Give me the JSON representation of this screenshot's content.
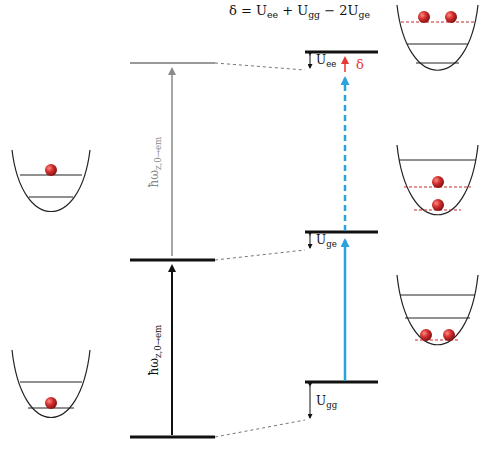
{
  "diagram": {
    "labels": [
      "δ = Uee + Ugg − 2Uge",
      "Uee",
      "δ",
      "ħωz,0→em",
      "Uge",
      "ħωz,0→em",
      "Ugg"
    ]
  }
}
